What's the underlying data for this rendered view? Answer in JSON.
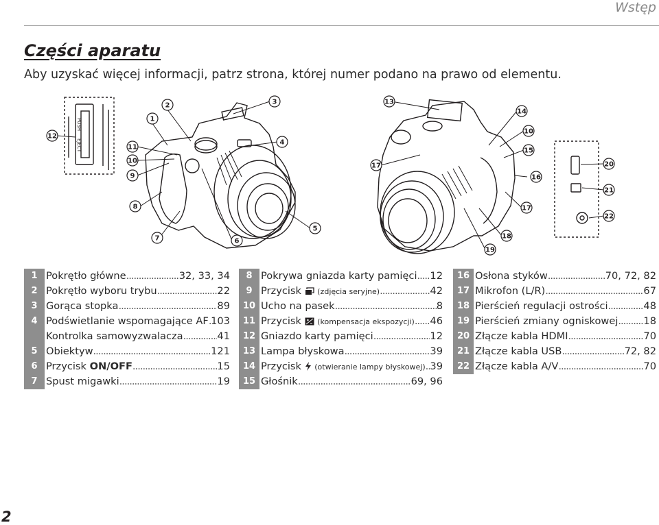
{
  "header": {
    "section": "Wstęp"
  },
  "title": "Części aparatu",
  "intro": "Aby uzyskać więcej informacji, patrz strona, której numer podano na prawo od elementu.",
  "callout_numbers": [
    "1",
    "2",
    "3",
    "4",
    "5",
    "6",
    "7",
    "8",
    "9",
    "10",
    "11",
    "12",
    "13",
    "14",
    "15",
    "16",
    "17",
    "18",
    "19",
    "20",
    "21",
    "22"
  ],
  "card_slot_labels": [
    "PUSH",
    "EJECT"
  ],
  "legend": {
    "col1": [
      {
        "num": "1",
        "text": "Pokrętło główne",
        "page": "32, 33, 34"
      },
      {
        "num": "2",
        "text": "Pokrętło wyboru trybu",
        "page": "22"
      },
      {
        "num": "3",
        "text": "Gorąca stopka",
        "page": "89"
      },
      {
        "num": "4",
        "text": "Podświetlanie wspomagające AF",
        "page": "103"
      },
      {
        "num": "",
        "text": "Kontrolka samowyzwalacza",
        "page": "41"
      },
      {
        "num": "5",
        "text": "Obiektyw",
        "page": "121"
      },
      {
        "num": "6",
        "text": "Przycisk",
        "bold": "ON/OFF",
        "page": "15"
      },
      {
        "num": "7",
        "text": "Spust migawki",
        "page": "19"
      }
    ],
    "col2": [
      {
        "num": "8",
        "text": "Pokrywa gniazda karty pamięci",
        "page": "12"
      },
      {
        "num": "9",
        "text": "Przycisk",
        "note": "(zdjęcia seryjne)",
        "icon": "burst-icon",
        "page": "42"
      },
      {
        "num": "10",
        "text": "Ucho na pasek",
        "page": "8"
      },
      {
        "num": "11",
        "text": "Przycisk",
        "note": "(kompensacja ekspozycji)",
        "icon": "exposure-compensation-icon",
        "page": "46"
      },
      {
        "num": "12",
        "text": "Gniazdo karty pamięci",
        "page": "12"
      },
      {
        "num": "13",
        "text": "Lampa błyskowa",
        "page": "39"
      },
      {
        "num": "14",
        "text": "Przycisk",
        "note": "(otwieranie lampy błyskowej)",
        "icon": "flash-icon",
        "page": "39"
      },
      {
        "num": "15",
        "text": "Głośnik",
        "page": "69, 96"
      }
    ],
    "col3": [
      {
        "num": "16",
        "text": "Osłona styków",
        "page": "70, 72, 82"
      },
      {
        "num": "17",
        "text": "Mikrofon (L/R)",
        "page": "67"
      },
      {
        "num": "18",
        "text": "Pierścień regulacji ostrości",
        "page": "48"
      },
      {
        "num": "19",
        "text": "Pierścień zmiany ogniskowej",
        "page": "18"
      },
      {
        "num": "20",
        "text": "Złącze kabla HDMI",
        "page": "70"
      },
      {
        "num": "21",
        "text": "Złącze kabla USB",
        "page": "72, 82"
      },
      {
        "num": "22",
        "text": "Złącze kabla A/V",
        "page": "70"
      }
    ]
  },
  "page_number": "2"
}
